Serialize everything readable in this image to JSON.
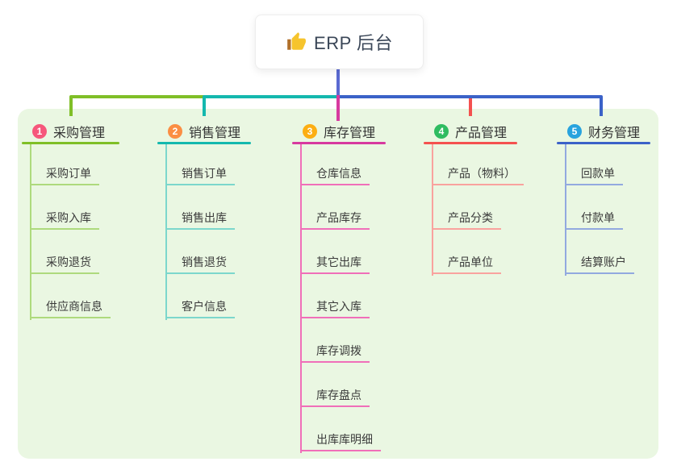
{
  "root_node": {
    "label": "ERP 后台",
    "icon": "thumbs-up-icon",
    "icon_hand_color": "#f6c42d",
    "icon_cuff_color": "#b06f2a",
    "line_color": "#5a6ad2"
  },
  "panel": {
    "bg_color": "#eaf7e2"
  },
  "branches": [
    {
      "badge": "1",
      "label": "采购管理",
      "badge_color": "#f6577b",
      "line_color": "#7fbf27",
      "child_line_color": "#aeda7d",
      "children": [
        "采购订单",
        "采购入库",
        "采购退货",
        "供应商信息"
      ]
    },
    {
      "badge": "2",
      "label": "销售管理",
      "badge_color": "#fb8e43",
      "line_color": "#14b8ae",
      "child_line_color": "#7cd7cc",
      "children": [
        "销售订单",
        "销售出库",
        "销售退货",
        "客户信息"
      ]
    },
    {
      "badge": "3",
      "label": "库存管理",
      "badge_color": "#fcae13",
      "line_color": "#d73a9f",
      "child_line_color": "#f06fb9",
      "children": [
        "仓库信息",
        "产品库存",
        "其它出库",
        "其它入库",
        "库存调拨",
        "库存盘点",
        "出库库明细"
      ]
    },
    {
      "badge": "4",
      "label": "产品管理",
      "badge_color": "#2fbc61",
      "line_color": "#f4514f",
      "child_line_color": "#f9a29e",
      "children": [
        "产品（物料）",
        "产品分类",
        "产品单位"
      ]
    },
    {
      "badge": "5",
      "label": "财务管理",
      "badge_color": "#28a3de",
      "line_color": "#3b62c8",
      "child_line_color": "#92a9df",
      "children": [
        "回款单",
        "付款单",
        "结算账户"
      ]
    }
  ]
}
